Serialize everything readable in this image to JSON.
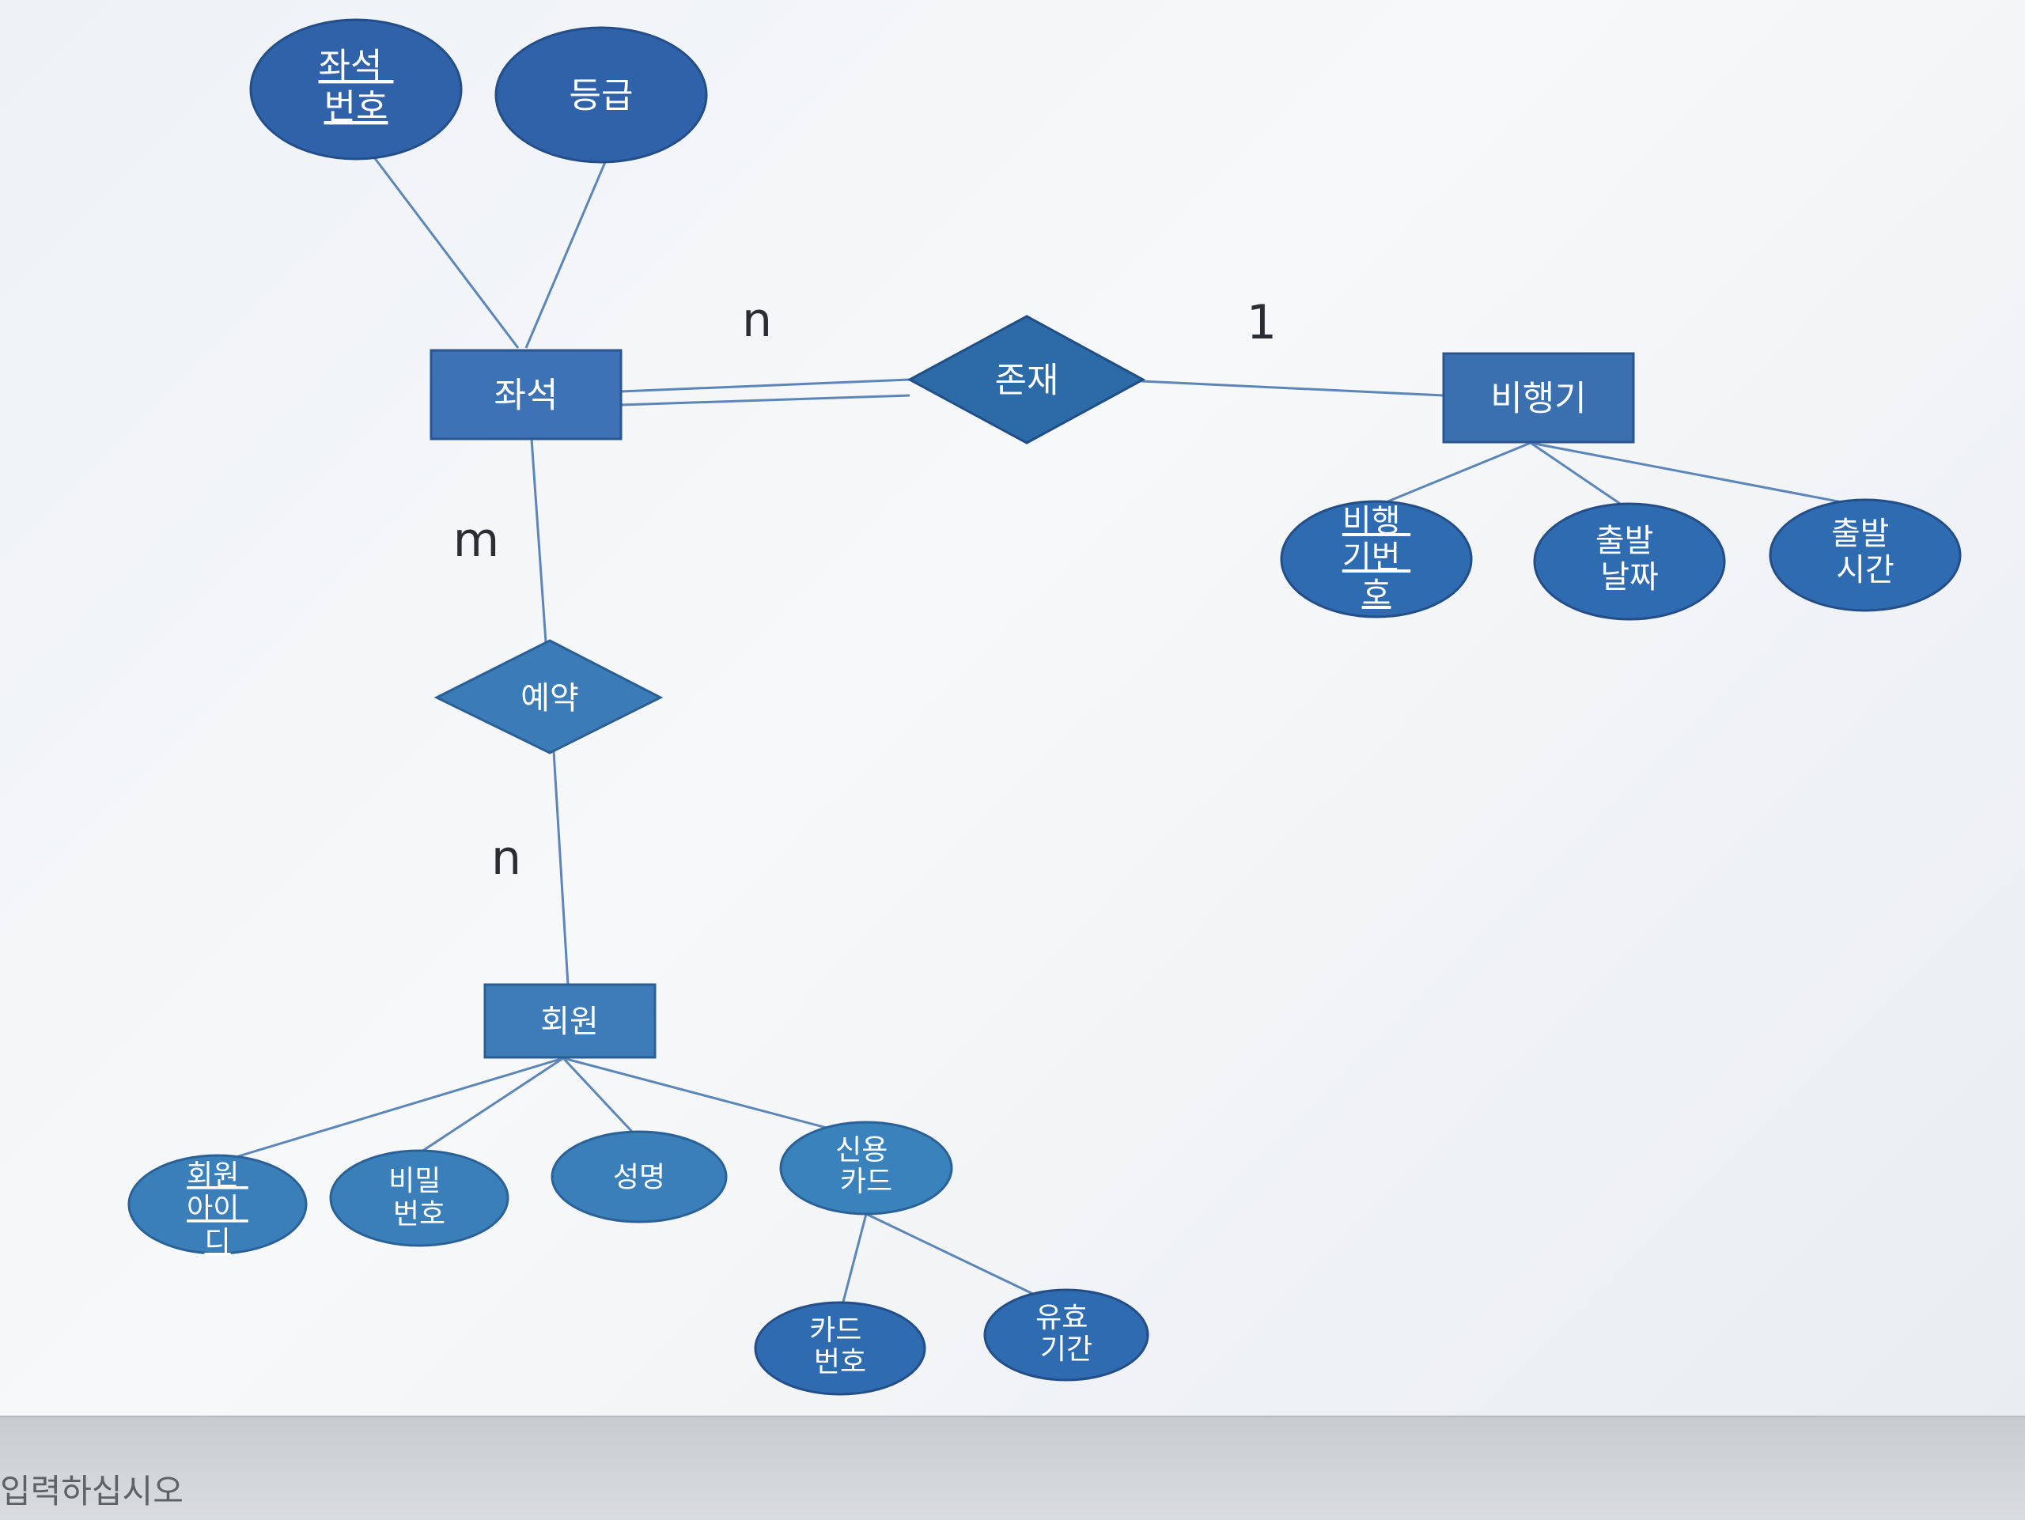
{
  "diagram": {
    "entities": {
      "seat": "좌석",
      "airplane": "비행기",
      "member": "회원"
    },
    "relationships": {
      "exists": "존재",
      "reservation": "예약"
    },
    "cardinalities": {
      "seat_exists": "n",
      "airplane_exists": "1",
      "seat_reservation": "m",
      "member_reservation": "n"
    },
    "attributes": {
      "seat_number": [
        "좌석",
        "번호"
      ],
      "grade": [
        "등급"
      ],
      "flight_number": [
        "비행",
        "기번",
        "호"
      ],
      "departure_date": [
        "출발",
        "날짜"
      ],
      "departure_time": [
        "출발",
        "시간"
      ],
      "member_id": [
        "회원",
        "아이",
        "디"
      ],
      "password": [
        "비밀",
        "번호"
      ],
      "name": [
        "성명"
      ],
      "credit_card": [
        "신용",
        "카드"
      ],
      "card_number": [
        "카드",
        "번호"
      ],
      "expiry": [
        "유효",
        "기간"
      ]
    }
  },
  "status_bar": {
    "prompt": "입력하십시오"
  },
  "colors": {
    "entity_fill": "#3d72b4",
    "relationship_fill": "#2c6aa8",
    "attribute_dark": "#2f62a8",
    "attribute_light": "#3a7fb9",
    "line": "#5d86b8"
  }
}
